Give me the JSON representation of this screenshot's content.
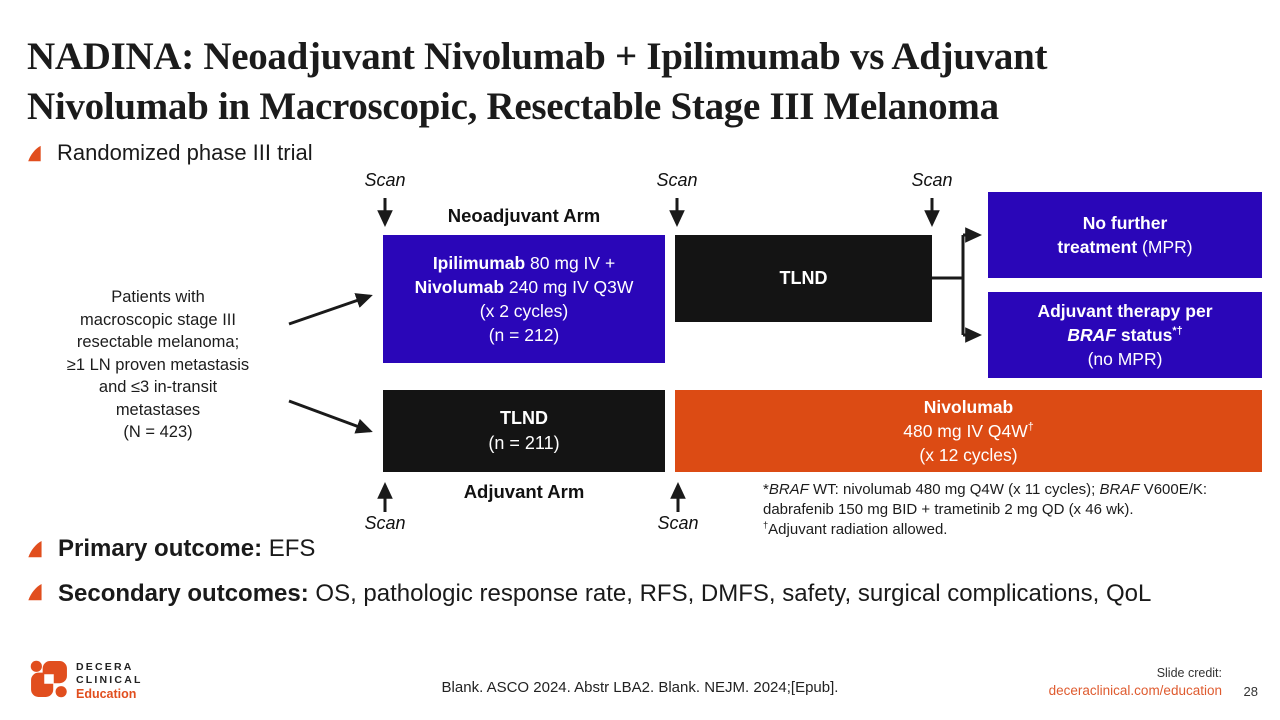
{
  "title": {
    "line1": "NADINA: Neoadjuvant Nivolumab + Ipilimumab vs Adjuvant",
    "line2": "Nivolumab in Macroscopic, Resectable Stage III Melanoma"
  },
  "bullets": {
    "trial": "Randomized phase III trial",
    "primary_label": "Primary outcome:",
    "primary_value": " EFS",
    "secondary_label": "Secondary outcomes:",
    "secondary_value": " OS, pathologic response rate, RFS, DMFS, safety, surgical complications, QoL"
  },
  "diagram": {
    "scan_label": "Scan",
    "neoadjuvant_arm_label": "Neoadjuvant Arm",
    "adjuvant_arm_label": "Adjuvant Arm",
    "patients": {
      "lines": [
        "Patients with",
        "macroscopic stage III",
        "resectable melanoma;",
        "≥1 LN proven metastasis",
        "and ≤3 in-transit",
        "metastases",
        "(N = 423)"
      ]
    },
    "neo_box": {
      "l1_bold": "Ipilimumab",
      "l1_rest": " 80 mg IV +",
      "l2_bold": "Nivolumab",
      "l2_rest": " 240 mg IV Q3W",
      "l3": "(x 2 cycles)",
      "l4": "(n = 212)"
    },
    "tlnd_top": "TLND",
    "tlnd_bottom": {
      "l1": "TLND",
      "l2": "(n = 211)"
    },
    "no_further_box": {
      "l1": "No further",
      "l2_bold": "treatment",
      "l2_rest": " (MPR)"
    },
    "adj_therapy_box": {
      "l1": "Adjuvant therapy per",
      "l2_italic": "BRAF",
      "l2_rest": " status",
      "l2_sup": "*†",
      "l3": "(no MPR)"
    },
    "nivo_box": {
      "l1": "Nivolumab",
      "l2": "480 mg IV Q4W",
      "l2_sup": "†",
      "l3": "(x 12 cycles)"
    }
  },
  "footnote": {
    "star": "*",
    "braf1": "BRAF",
    "seg1": " WT: nivolumab 480 mg Q4W (x 11 cycles); ",
    "braf2": "BRAF",
    "seg2": " V600E/K:",
    "line2": "dabrafenib 150 mg BID + trametinib 2 mg QD (x 46 wk).",
    "dagger": "†",
    "line3": "Adjuvant radiation allowed."
  },
  "footer": {
    "citation": "Blank. ASCO 2024. Abstr LBA2. Blank. NEJM. 2024;[Epub].",
    "credit_label": "Slide credit:",
    "credit_link": "deceraclinical.com/education",
    "page_number": "28",
    "logo_line1": "DECERA",
    "logo_line2": "CLINICAL",
    "logo_line3": "Education"
  },
  "colors": {
    "accent_blue": "#2A06B8",
    "accent_orange": "#DC4B14",
    "accent_warm": "#E14E1E",
    "accent_link": "#DF5B2F"
  }
}
